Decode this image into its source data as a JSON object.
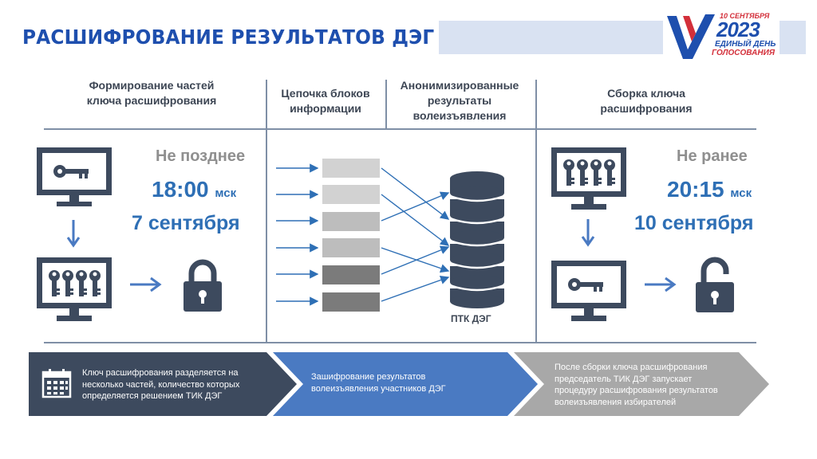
{
  "header": {
    "title": "РАСШИФРОВАНИЕ РЕЗУЛЬТАТОВ ДЭГ",
    "logo": {
      "date": "10 СЕНТЯБРЯ",
      "year": "2023",
      "line1": "ЕДИНЫЙ ДЕНЬ",
      "line2": "ГОЛОСОВАНИЯ"
    }
  },
  "columns": [
    "Формирование частей\nключа расшифрования",
    "Цепочка блоков\nинформации",
    "Анонимизированные\nрезультаты\nволеизъявления",
    "Сборка ключа\nрасшифрования"
  ],
  "left": {
    "deadline_label": "Не позднее",
    "time": "18:00",
    "tz": "мск",
    "date": "7 сентября"
  },
  "right": {
    "deadline_label": "Не ранее",
    "time": "20:15",
    "tz": "мск",
    "date": "10 сентября"
  },
  "center": {
    "server_label": "ПТК ДЭГ",
    "block_colors": [
      "#d2d2d2",
      "#d2d2d2",
      "#bdbdbd",
      "#bdbdbd",
      "#7b7b7b",
      "#7b7b7b"
    ]
  },
  "steps": [
    {
      "text": "Ключ расшифрования разделяется на\nнесколько частей, количество которых\nопределяется решением ТИК ДЭГ",
      "color": "#3d4a5e",
      "icon": "calendar-icon"
    },
    {
      "text": "Зашифрование результатов\nволеизъявления участников ДЭГ",
      "color": "#4a7ac2"
    },
    {
      "text": "После сборки ключа расшифрования\nпредседатель ТИК ДЭГ запускает\nпроцедуру расшифрования результатов\nволеизъявления избирателей",
      "color": "#a8a8a8"
    }
  ],
  "colors": {
    "accent": "#1e4fae",
    "dark": "#3d4a5e",
    "time_blue": "#2e6fb5",
    "gray_text": "#8f8f8f"
  }
}
